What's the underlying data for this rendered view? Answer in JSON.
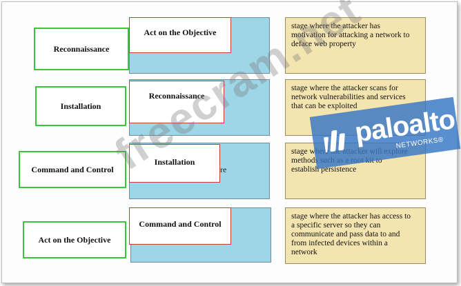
{
  "sources": [
    {
      "label": "Reconnaissance"
    },
    {
      "label": "Installation"
    },
    {
      "label": "Command and Control"
    },
    {
      "label": "Act on the Objective"
    }
  ],
  "drops": [
    {
      "label": "Act on the Objective"
    },
    {
      "label": "Reconnaissance"
    },
    {
      "label": "Installation"
    },
    {
      "label": "Command and Control"
    }
  ],
  "slot_ghosts": [
    "e",
    "re"
  ],
  "descriptions": [
    {
      "lines": [
        "stage where the attacker has",
        "motivation for attacking a network to",
        "deface web property"
      ]
    },
    {
      "lines": [
        "stage where the attacker scans for",
        "network vulnerabilities and services",
        "that can be exploited"
      ]
    },
    {
      "lines": [
        "stage where the attacker will explore",
        "methods such as a root kit to",
        "establish persistence"
      ]
    },
    {
      "lines": [
        "stage where the attacker has access to",
        "a specific server so they can",
        "communicate and pass data to and",
        "from infected devices within a",
        "network"
      ]
    }
  ],
  "watermark": "freecram.net",
  "logo": {
    "name": "paloalto",
    "sub": "NETWORKS®"
  },
  "colors": {
    "source_border": "#3cc43c",
    "slot": "#9dd6e6",
    "drop_border": "#c23a3a",
    "desc_bg": "#f4e4b0",
    "logo_bg": "#3676c4"
  }
}
